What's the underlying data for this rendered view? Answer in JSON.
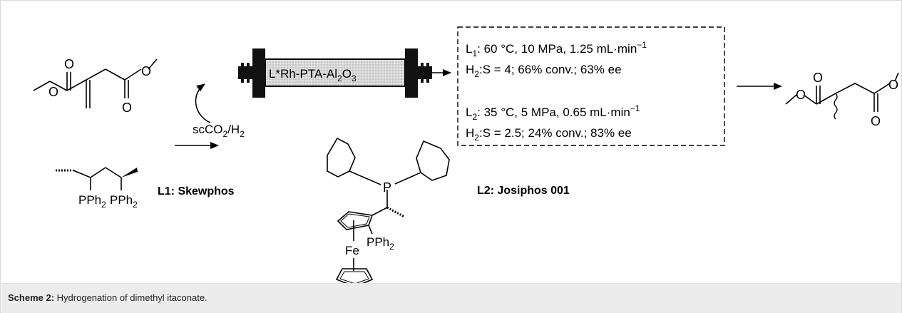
{
  "scheme": {
    "column_label": "L*Rh-PTA-Al",
    "column_label_sub": "2",
    "column_label_o": "O",
    "column_label_sub2": "3",
    "solvent": "scCO",
    "solvent_sub": "2",
    "solvent_h": "/H",
    "solvent_sub2": "2",
    "l1_label": "L1: Skewphos",
    "l2_label": "L2: Josiphos 001",
    "pph2": "PPh",
    "pph2_sub": "2",
    "p_atom": "P",
    "fe_atom": "Fe",
    "o_atom": "O",
    "conditions": {
      "l1_name": "L",
      "l1_sub": "1",
      "l1_line1_rest": ": 60 °C, 10 MPa, 1.25 mL·min",
      "l1_exp": "−1",
      "l1_line2_a": "H",
      "l1_line2_sub": "2",
      "l1_line2_rest": ":S = 4; 66% conv.;  63% ee",
      "l2_name": "L",
      "l2_sub": "2",
      "l2_line1_rest": ": 35 °C, 5 MPa, 0.65 mL·min",
      "l2_exp": "−1",
      "l2_line2_a": "H",
      "l2_line2_sub": "2",
      "l2_line2_rest": ":S = 2.5; 24% conv.; 83% ee"
    }
  },
  "caption": {
    "label": "Scheme 2:",
    "text": " Hydrogenation of dimethyl itaconate."
  }
}
